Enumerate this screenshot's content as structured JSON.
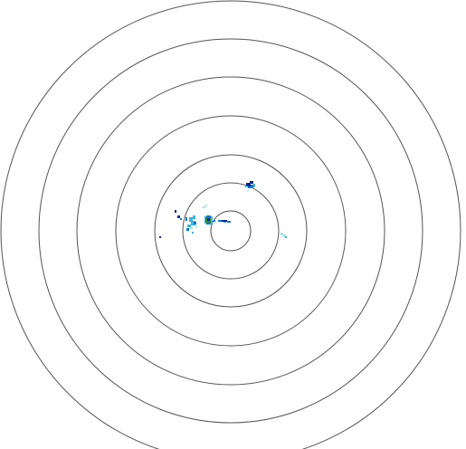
{
  "radar": {
    "ring_count": 7,
    "ring_color": "#555555",
    "background_color": "#ffffff",
    "precipitation_colors": {
      "light": "#9ee6e6",
      "light_moderate": "#3cb4dc",
      "moderate": "#0a78d2",
      "heavy": "#0a2896",
      "very_heavy": "#2e8b3c"
    },
    "echo_intensities": [
      "light",
      "light_moderate",
      "moderate",
      "heavy",
      "very_heavy"
    ]
  }
}
